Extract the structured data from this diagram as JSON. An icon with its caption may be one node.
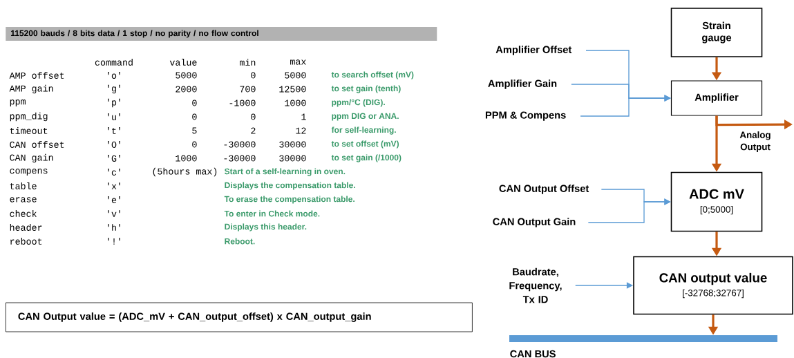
{
  "diagram": {
    "nodes": [
      {
        "text": [
          "115200 bauds / 8 bits data / 1 stop / no parity / no flow control"
        ]
      },
      {
        "text": [
          "Strain gauge"
        ]
      },
      {
        "text": [
          "Amplifier Offset"
        ]
      },
      {
        "text": [
          "Amplifier Gain"
        ]
      },
      {
        "text": [
          "PPM & Compens"
        ]
      },
      {
        "text": [
          "Amplifier"
        ]
      },
      {
        "text": [
          "CAN Output Offset"
        ]
      },
      {
        "text": [
          "CAN Output Gain"
        ]
      },
      {
        "text": [
          "ADC mV",
          "[0;5000]"
        ]
      },
      {
        "text": [
          "Baudrate, Frequency, Tx ID"
        ]
      },
      {
        "text": [
          "CAN output value",
          "[-32768;32767]"
        ]
      },
      {
        "text": [
          "CAN Output value = (ADC_mV + CAN_output_offset) x CAN_output_gain"
        ]
      },
      {
        "text": [],
        "shape": "bar",
        "beside": [
          "CAN BUS"
        ]
      }
    ],
    "edges": [
      {
        "from": 2,
        "to": 5,
        "arrow": "to"
      },
      {
        "from": 3,
        "to": 5,
        "arrow": "to"
      },
      {
        "from": 4,
        "to": 5,
        "arrow": "to"
      },
      {
        "from": 1,
        "to": 5,
        "arrow": "to",
        "style": "thick",
        "color": "#c55a11"
      },
      {
        "from": 5,
        "to": 8,
        "arrow": "to",
        "style": "thick",
        "color": "#c55a11"
      },
      {
        "from": 5,
        "to": null,
        "arrow": "to",
        "style": "thick",
        "color": "#c55a11",
        "label": "Analog Output"
      },
      {
        "from": 6,
        "to": 8,
        "arrow": "to"
      },
      {
        "from": 7,
        "to": 8,
        "arrow": "to"
      },
      {
        "from": 9,
        "to": 10,
        "arrow": "to"
      },
      {
        "from": 8,
        "to": 10,
        "arrow": "to",
        "style": "thick",
        "color": "#c55a11"
      },
      {
        "from": 10,
        "to": 12,
        "arrow": "to",
        "style": "thick",
        "color": "#c55a11"
      }
    ],
    "labels": [
      "command",
      "value",
      "min",
      "max",
      "AMP offset",
      "'o'",
      "5000",
      "0",
      "5000",
      "to search offset (mV)",
      "AMP gain",
      "'g'",
      "2000",
      "700",
      "12500",
      "to set gain (tenth)",
      "ppm",
      "'p'",
      "0",
      "-1000",
      "1000",
      "ppm/°C (DIG).",
      "ppm_dig",
      "'u'",
      "0",
      "0",
      "1",
      "ppm DIG or ANA.",
      "timeout",
      "'t'",
      "5",
      "2",
      "12",
      "for self-learning.",
      "CAN offset",
      "'O'",
      "0",
      "-30000",
      "30000",
      "to set offset (mV)",
      "CAN gain",
      "'G'",
      "1000",
      "-30000",
      "30000",
      "to set gain (/1000)",
      "compens",
      "'c'",
      "(5hours max)",
      "Start of a self-learning in oven.",
      "table",
      "'x'",
      "Displays the compensation table.",
      "erase",
      "'e'",
      "To erase the compensation table.",
      "check",
      "'v'",
      "To enter in Check mode.",
      "header",
      "'h'",
      "Displays this header.",
      "reboot",
      "'!'",
      "Reboot."
    ]
  }
}
